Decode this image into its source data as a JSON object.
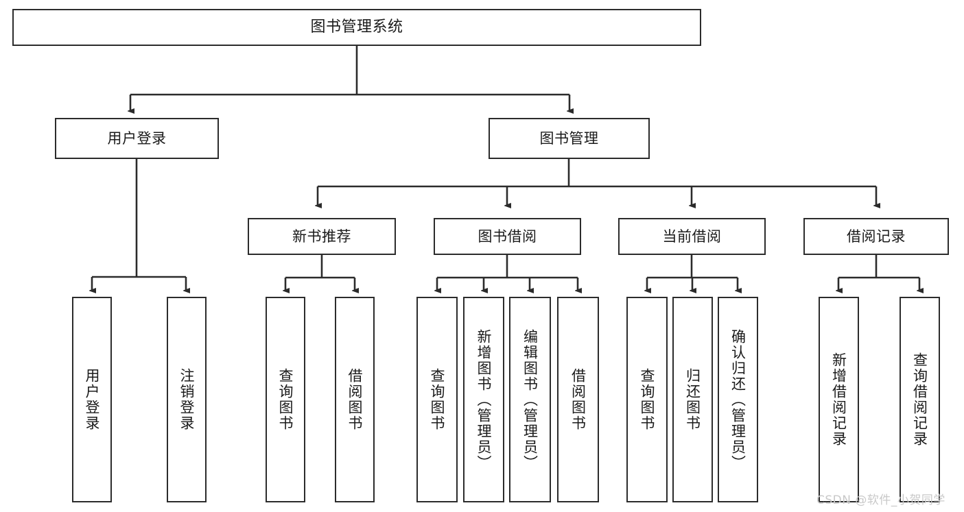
{
  "diagram": {
    "title": "图书管理系统",
    "watermark": "CSDN @软件_小贺同学",
    "stroke_color": "#2b2b2b",
    "fill_color": "#ffffff",
    "text_color": "#1a1a1a",
    "watermark_color": "#c9c9c9"
  },
  "nodes": {
    "root": {
      "label": "图书管理系统",
      "level": 1,
      "orientation": "horizontal"
    },
    "user_login": {
      "label": "用户登录",
      "level": 2,
      "orientation": "horizontal"
    },
    "book_manage": {
      "label": "图书管理",
      "level": 2,
      "orientation": "horizontal"
    },
    "new_book_rec": {
      "label": "新书推荐",
      "level": 3,
      "orientation": "horizontal"
    },
    "book_borrow": {
      "label": "图书借阅",
      "level": 3,
      "orientation": "horizontal"
    },
    "current_borrow": {
      "label": "当前借阅",
      "level": 3,
      "orientation": "horizontal"
    },
    "borrow_record": {
      "label": "借阅记录",
      "level": 3,
      "orientation": "horizontal"
    },
    "leaf_user_login": {
      "label": "用户登录",
      "level": 3,
      "orientation": "vertical"
    },
    "leaf_logout": {
      "label": "注销登录",
      "level": 3,
      "orientation": "vertical"
    },
    "leaf_query_book_1": {
      "label": "查询图书",
      "level": 4,
      "orientation": "vertical"
    },
    "leaf_borrow_book_1": {
      "label": "借阅图书",
      "level": 4,
      "orientation": "vertical"
    },
    "leaf_query_book_2": {
      "label": "查询图书",
      "level": 4,
      "orientation": "vertical"
    },
    "leaf_add_book_admin": {
      "label": "新增图书（管理员）",
      "level": 4,
      "orientation": "vertical"
    },
    "leaf_edit_book_admin": {
      "label": "编辑图书（管理员）",
      "level": 4,
      "orientation": "vertical"
    },
    "leaf_borrow_book_2": {
      "label": "借阅图书",
      "level": 4,
      "orientation": "vertical"
    },
    "leaf_query_book_3": {
      "label": "查询图书",
      "level": 4,
      "orientation": "vertical"
    },
    "leaf_return_book": {
      "label": "归还图书",
      "level": 4,
      "orientation": "vertical"
    },
    "leaf_confirm_return_admin": {
      "label": "确认归还（管理员）",
      "level": 4,
      "orientation": "vertical"
    },
    "leaf_add_borrow_record": {
      "label": "新增借阅记录",
      "level": 4,
      "orientation": "vertical"
    },
    "leaf_query_borrow_record": {
      "label": "查询借阅记录",
      "level": 4,
      "orientation": "vertical"
    }
  },
  "edges": [
    {
      "from": "root",
      "to": "user_login"
    },
    {
      "from": "root",
      "to": "book_manage"
    },
    {
      "from": "user_login",
      "to": "leaf_user_login"
    },
    {
      "from": "user_login",
      "to": "leaf_logout"
    },
    {
      "from": "book_manage",
      "to": "new_book_rec"
    },
    {
      "from": "book_manage",
      "to": "book_borrow"
    },
    {
      "from": "book_manage",
      "to": "current_borrow"
    },
    {
      "from": "book_manage",
      "to": "borrow_record"
    },
    {
      "from": "new_book_rec",
      "to": "leaf_query_book_1"
    },
    {
      "from": "new_book_rec",
      "to": "leaf_borrow_book_1"
    },
    {
      "from": "book_borrow",
      "to": "leaf_query_book_2"
    },
    {
      "from": "book_borrow",
      "to": "leaf_add_book_admin"
    },
    {
      "from": "book_borrow",
      "to": "leaf_edit_book_admin"
    },
    {
      "from": "book_borrow",
      "to": "leaf_borrow_book_2"
    },
    {
      "from": "current_borrow",
      "to": "leaf_query_book_3"
    },
    {
      "from": "current_borrow",
      "to": "leaf_return_book"
    },
    {
      "from": "current_borrow",
      "to": "leaf_confirm_return_admin"
    },
    {
      "from": "borrow_record",
      "to": "leaf_add_borrow_record"
    },
    {
      "from": "borrow_record",
      "to": "leaf_query_borrow_record"
    }
  ]
}
